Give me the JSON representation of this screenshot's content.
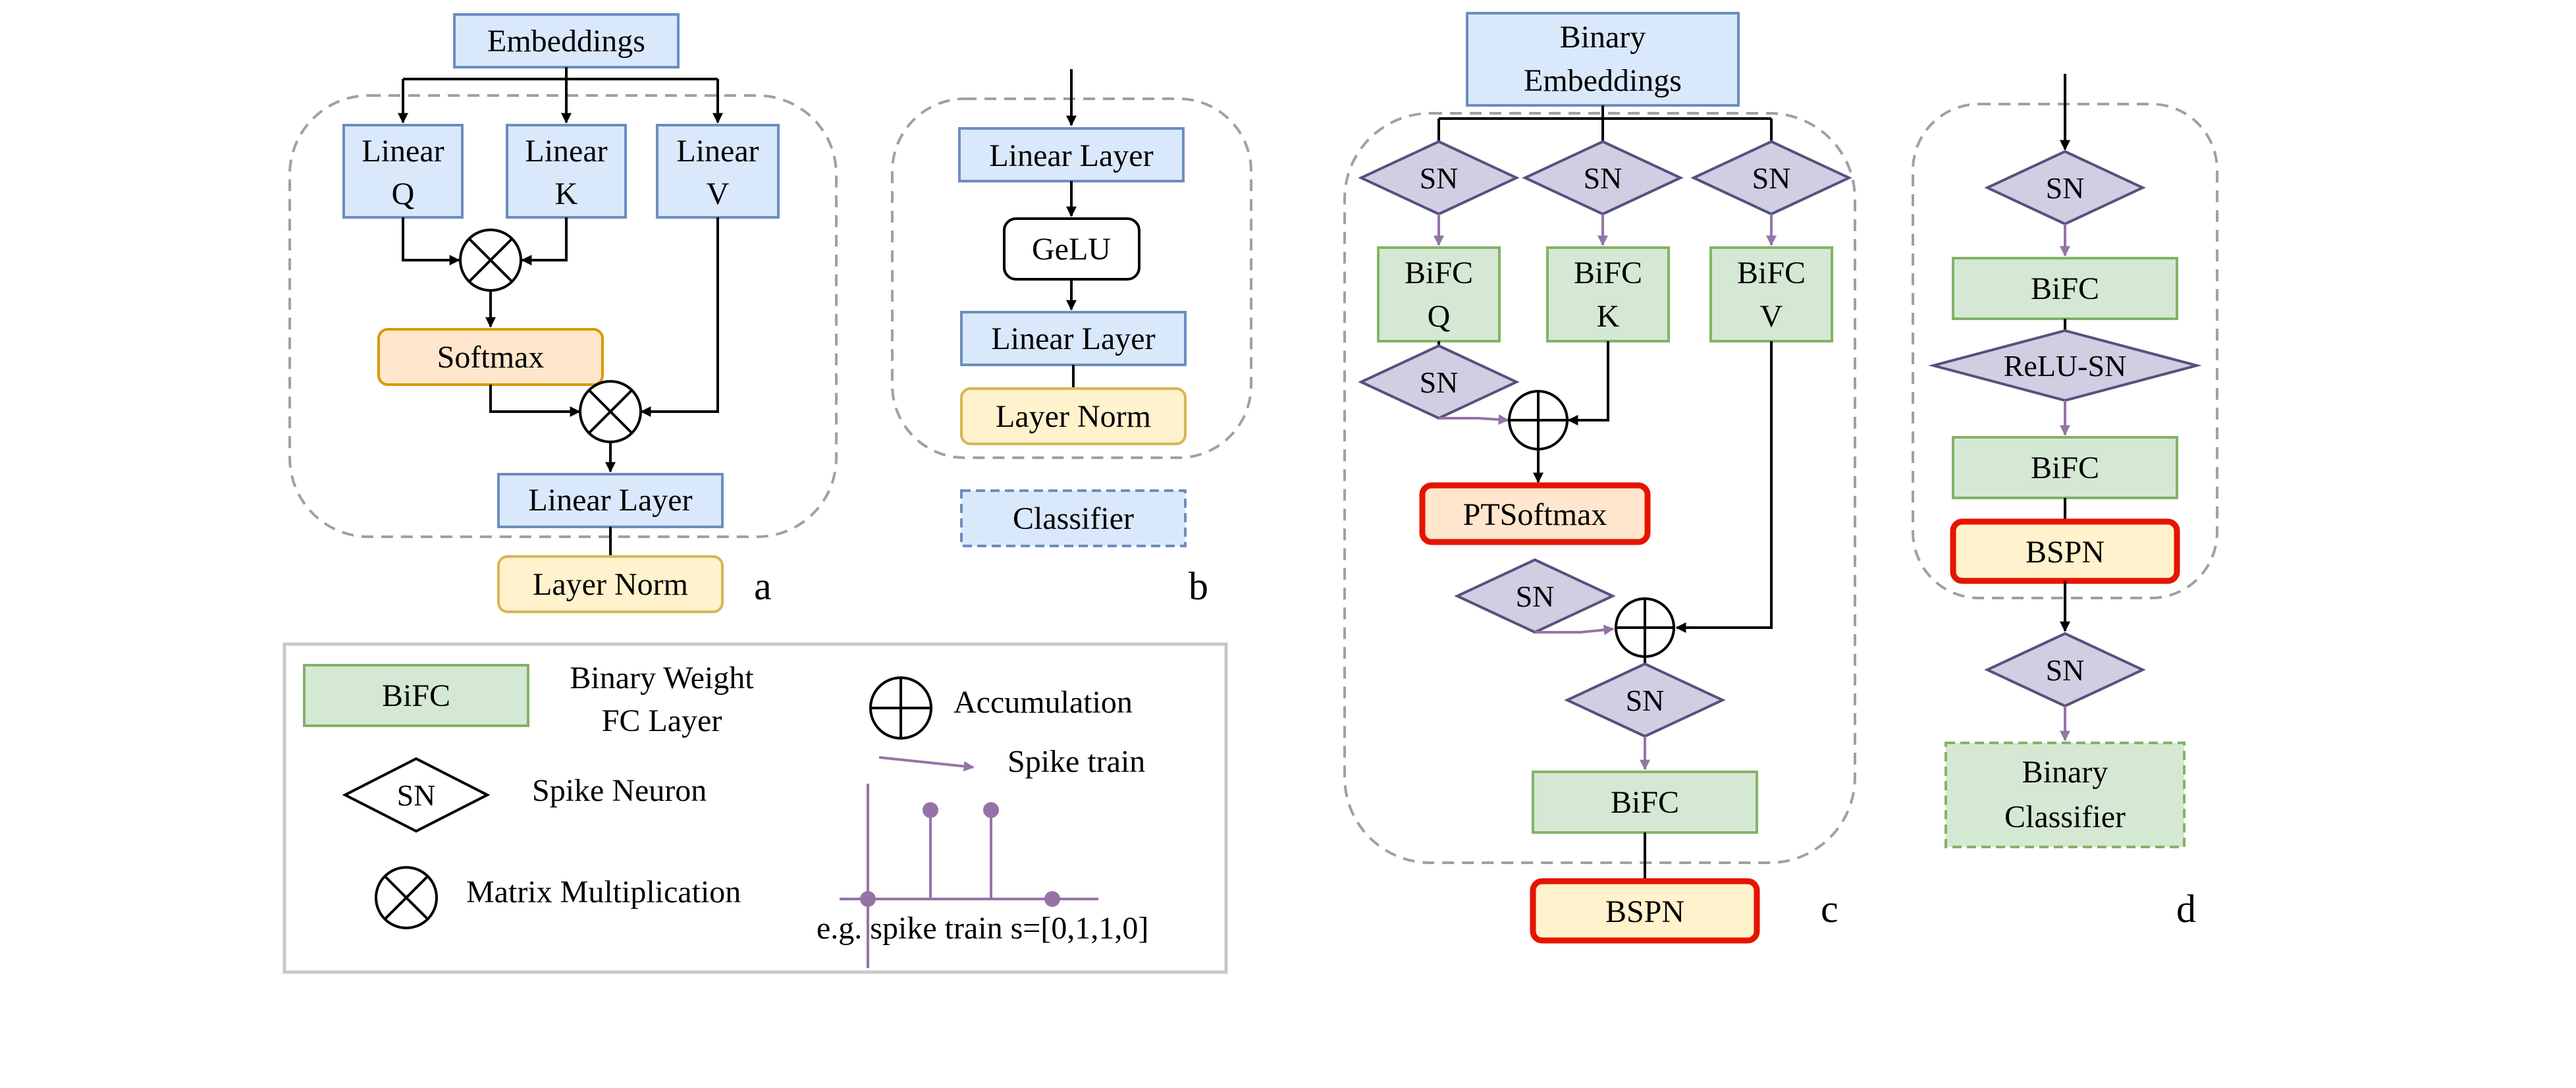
{
  "panel_a": {
    "embeddings": "Embeddings",
    "linear_q": [
      "Linear",
      "Q"
    ],
    "linear_k": [
      "Linear",
      "K"
    ],
    "linear_v": [
      "Linear",
      "V"
    ],
    "softmax": "Softmax",
    "linear_layer": "Linear Layer",
    "layer_norm": "Layer Norm",
    "letter": "a"
  },
  "panel_b": {
    "linear_layer_1": "Linear Layer",
    "gelu": "GeLU",
    "linear_layer_2": "Linear Layer",
    "layer_norm": "Layer Norm",
    "classifier": "Classifier",
    "letter": "b"
  },
  "panel_c": {
    "binary_embeddings": [
      "Binary",
      "Embeddings"
    ],
    "sn": "SN",
    "bifc_q": [
      "BiFC",
      "Q"
    ],
    "bifc_k": [
      "BiFC",
      "K"
    ],
    "bifc_v": [
      "BiFC",
      "V"
    ],
    "ptsoftmax": "PTSoftmax",
    "bifc": "BiFC",
    "bspn": "BSPN",
    "letter": "c"
  },
  "panel_d": {
    "sn": "SN",
    "bifc_1": "BiFC",
    "relu_sn": "ReLU-SN",
    "bifc_2": "BiFC",
    "bspn": "BSPN",
    "binary_classifier": [
      "Binary",
      "Classifier"
    ],
    "letter": "d"
  },
  "legend": {
    "bifc_symbol": "BiFC",
    "bifc_desc": [
      "Binary Weight",
      "FC Layer"
    ],
    "sn_symbol": "SN",
    "sn_desc": "Spike Neuron",
    "matmul_desc": "Matrix Multiplication",
    "accum_desc": "Accumulation",
    "spike_train_desc": "Spike train",
    "example": "e.g. spike train s=[0,1,1,0]",
    "example_spikes": [
      0,
      1,
      1,
      0
    ]
  },
  "colors": {
    "blue_fill": "#dae8fc",
    "green_fill": "#d5e8d4",
    "yellow_fill": "#fff2cc",
    "orange_fill": "#ffe6cc",
    "purple_fill": "#d0cee2",
    "spike_purple": "#9673a6",
    "highlight_red": "#e51400"
  }
}
